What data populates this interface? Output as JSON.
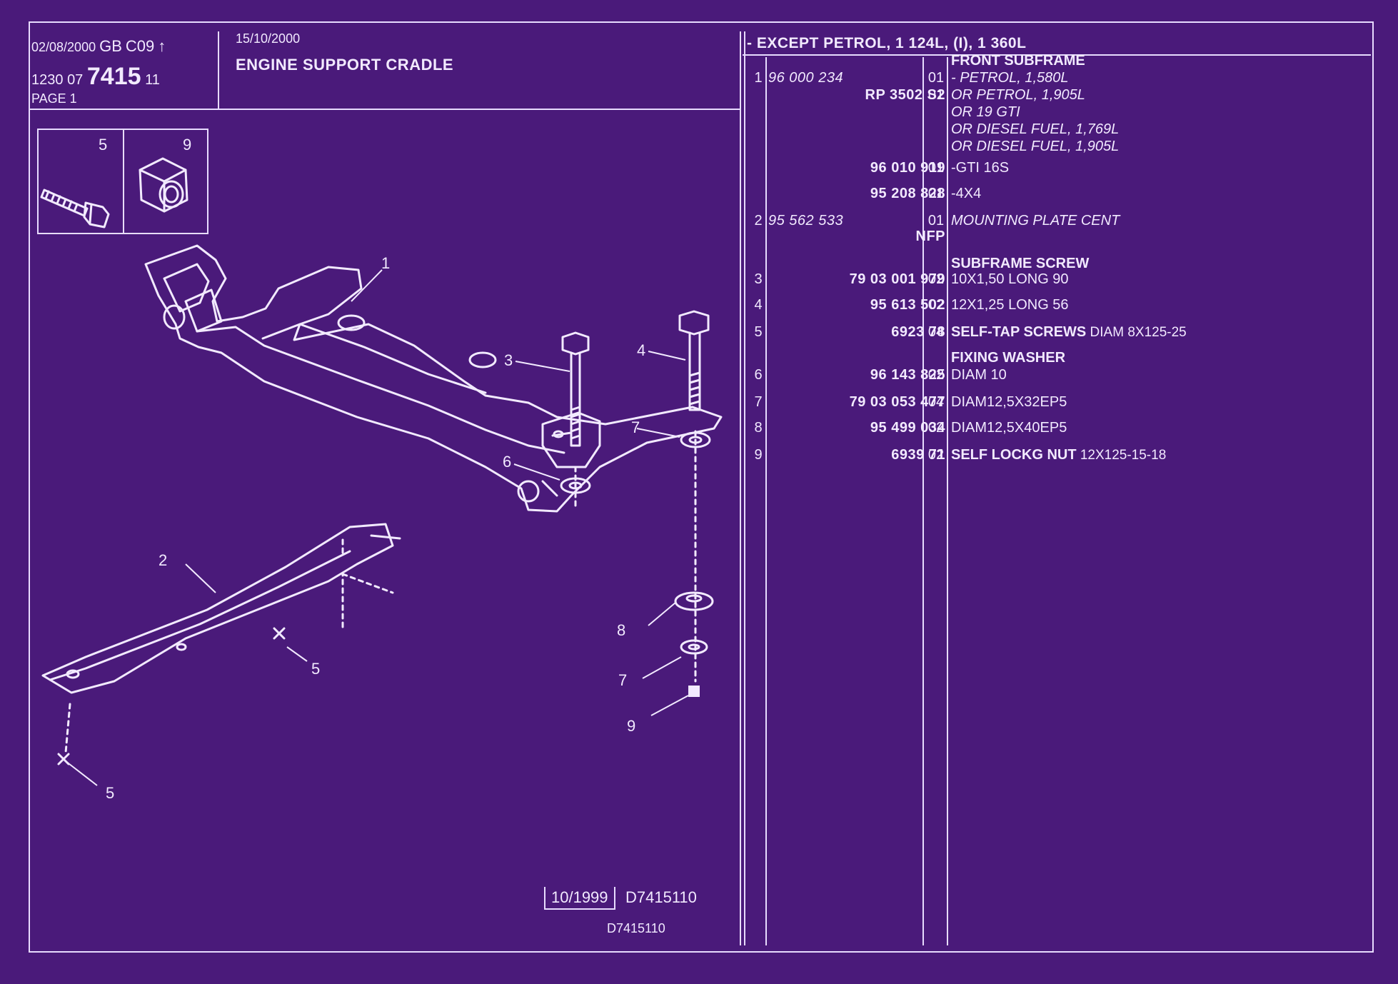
{
  "header": {
    "date": "02/08/2000",
    "lang": "GB",
    "code": "C09",
    "arrow": "↑",
    "line2_a": "1230",
    "line2_b": "07",
    "line2_num": "7415",
    "line2_c": "11",
    "page": "PAGE 1"
  },
  "title": {
    "date": "15/10/2000",
    "text": "ENGINE SUPPORT CRADLE"
  },
  "legend": [
    {
      "label": "5",
      "icon": "screw-icon"
    },
    {
      "label": "9",
      "icon": "hex-nut-icon"
    }
  ],
  "callouts": [
    "1",
    "2",
    "3",
    "4",
    "5",
    "5",
    "6",
    "7",
    "7",
    "8",
    "9"
  ],
  "reference": {
    "boxed": "10/1999",
    "code": "D7415110",
    "code2": "D7415110"
  },
  "table": {
    "heading": "- EXCEPT  PETROL, 1 124L, (I), 1 360L",
    "rows": [
      {
        "idx": "",
        "ref": "",
        "qty": "",
        "desc": "FRONT SUBFRAME",
        "style": "b"
      },
      {
        "idx": "1",
        "ref": "96 000 234",
        "qty": "01",
        "desc": "-     PETROL, 1,580L",
        "style": "it",
        "ref_italic": true
      },
      {
        "idx": "",
        "ref": "RP  3502 S2",
        "qty": "01",
        "desc": "OR PETROL, 1,905L",
        "style": "it"
      },
      {
        "idx": "",
        "ref": "",
        "qty": "",
        "desc": "OR 19 GTI",
        "style": "it"
      },
      {
        "idx": "",
        "ref": "",
        "qty": "",
        "desc": "OR DIESEL FUEL, 1,769L",
        "style": "it"
      },
      {
        "idx": "",
        "ref": "",
        "qty": "",
        "desc": "OR DIESEL FUEL, 1,905L",
        "style": "it"
      },
      {
        "idx": "",
        "ref": "96 010 919",
        "qty": "01",
        "desc": "-GTI 16S",
        "style": ""
      },
      {
        "idx": "",
        "ref": "95 208 828",
        "qty": "01",
        "desc": "-4X4",
        "style": ""
      },
      {
        "idx": "2",
        "ref": "95 562 533",
        "qty": "01",
        "desc": "MOUNTING PLATE CENT",
        "style": "it",
        "ref_italic": true
      },
      {
        "idx": "",
        "ref": "NFP",
        "qty": "",
        "desc": "",
        "style": ""
      },
      {
        "idx": "",
        "ref": "",
        "qty": "",
        "desc": "SUBFRAME SCREW",
        "style": "b"
      },
      {
        "idx": "3",
        "ref": "79 03 001 979",
        "qty": "02",
        "desc": "10X1,50 LONG 90",
        "style": ""
      },
      {
        "idx": "4",
        "ref": "95 613 502",
        "qty": "02",
        "desc": "12X1,25 LONG 56",
        "style": ""
      },
      {
        "idx": "5",
        "ref": "6923 78",
        "qty": "04",
        "desc": "SELF-TAP SCREWS",
        "extra": "DIAM 8X125-25",
        "style": "b"
      },
      {
        "idx": "",
        "ref": "",
        "qty": "",
        "desc": "FIXING WASHER",
        "style": "b"
      },
      {
        "idx": "6",
        "ref": "96 143 825",
        "qty": "02",
        "desc": "DIAM 10",
        "style": ""
      },
      {
        "idx": "7",
        "ref": "79 03 053 477",
        "qty": "04",
        "desc": "DIAM12,5X32EP5",
        "style": ""
      },
      {
        "idx": "8",
        "ref": "95 499 034",
        "qty": "02",
        "desc": "DIAM12,5X40EP5",
        "style": ""
      },
      {
        "idx": "9",
        "ref": "6939 71",
        "qty": "02",
        "desc": "SELF LOCKG NUT",
        "extra": "12X125-15-18",
        "style": "b"
      }
    ]
  }
}
